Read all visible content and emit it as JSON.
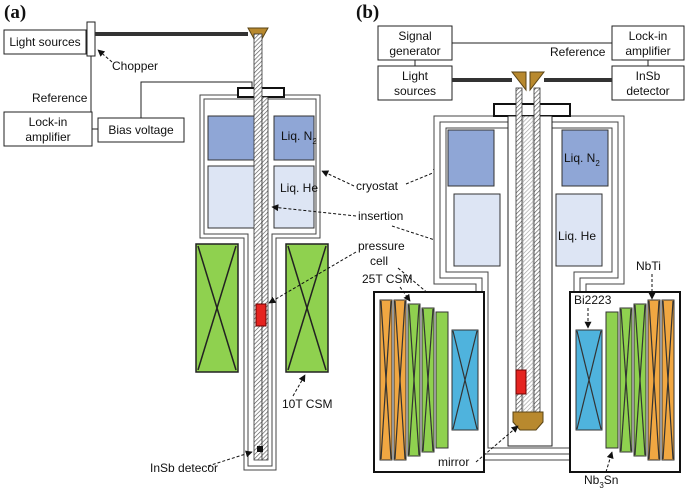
{
  "panel_a": {
    "label": "(a)",
    "light_sources": "Light sources",
    "chopper": "Chopper",
    "reference": "Reference",
    "lockin_line1": "Lock-in",
    "lockin_line2": "amplifier",
    "bias_voltage": "Bias voltage",
    "liq_n2": "Liq. N",
    "liq_n2_sub": "2",
    "liq_he": "Liq. He",
    "magnet": "10T CSM",
    "detector": "InSb detecor"
  },
  "center_labels": {
    "cryostat": "cryostat",
    "insertion": "insertion",
    "pressure_line1": "pressure",
    "pressure_line2": "cell"
  },
  "panel_b": {
    "label": "(b)",
    "signal_line1": "Signal",
    "signal_line2": "generator",
    "lockin_line1": "Lock-in",
    "lockin_line2": "amplifier",
    "reference": "Reference",
    "light_line1": "Light",
    "light_line2": "sources",
    "insb_line1": "InSb",
    "insb_line2": "detector",
    "liq_n2": "Liq. N",
    "liq_n2_sub": "2",
    "liq_he": "Liq. He",
    "magnet": "25T CSM",
    "nbti": "NbTi",
    "bi2223": "Bi2223",
    "nb3sn_a": "Nb",
    "nb3sn_sub": "3",
    "nb3sn_b": "Sn",
    "mirror": "mirror"
  },
  "colors": {
    "liquid_n2": "#8fa6d6",
    "liquid_he": "#dde5f4",
    "magnet_green": "#8fd14f",
    "coil_orange": "#f0a742",
    "coil_blue": "#4fb3dd",
    "pressure_cell": "#e52420",
    "brass": "#b8892e"
  }
}
